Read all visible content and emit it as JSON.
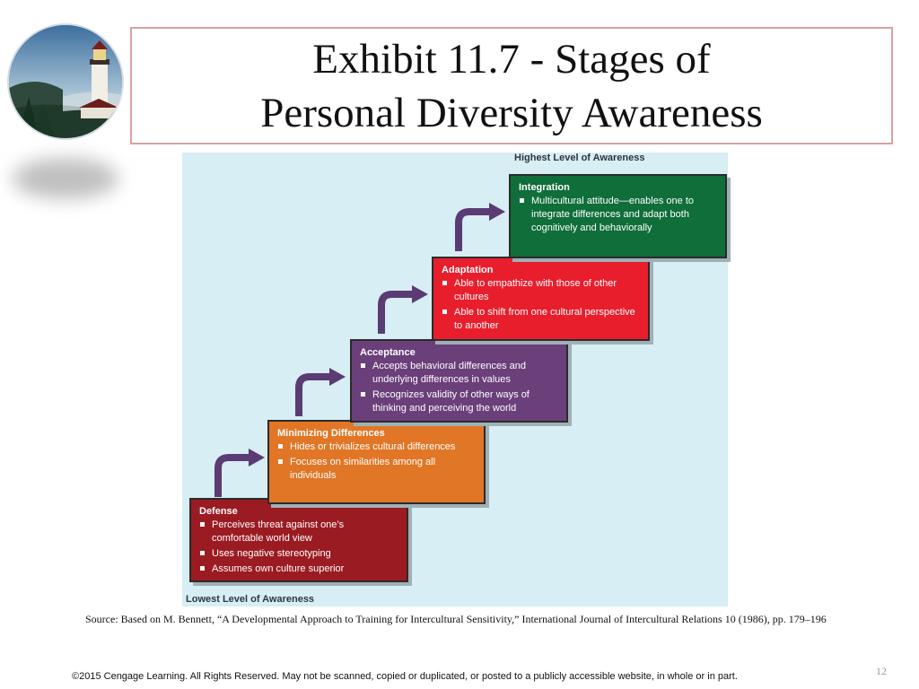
{
  "slide": {
    "title_lines": [
      "Exhibit 11.7 - Stages of",
      "Personal Diversity Awareness"
    ],
    "page_number": "12",
    "source": "Source: Based on M. Bennett, “A Developmental Approach to Training for Intercultural Sensitivity,” International Journal of Intercultural Relations 10 (1986), pp. 179–196",
    "copyright": "©2015 Cengage Learning. All Rights Reserved. May not be scanned, copied or duplicated, or posted to a publicly accessible website, in whole or in part."
  },
  "diagram": {
    "top_label": "Highest Level of Awareness",
    "bottom_label": "Lowest Level of Awareness",
    "background": "#d6eef4",
    "arrow_color": "#5b3b73",
    "stages": [
      {
        "title": "Defense",
        "color": "#9b1b22",
        "bullets": [
          "Perceives threat against one’s comfortable world view",
          "Uses negative stereotyping",
          "Assumes own culture superior"
        ]
      },
      {
        "title": "Minimizing Differences",
        "color": "#e07626",
        "bullets": [
          "Hides or trivializes cultural differences",
          "Focuses on similarities among all individuals"
        ]
      },
      {
        "title": "Acceptance",
        "color": "#6a3f7a",
        "bullets": [
          "Accepts behavioral differences and underlying differences in values",
          "Recognizes validity of other ways of thinking and perceiving the world"
        ]
      },
      {
        "title": "Adaptation",
        "color": "#e81e2d",
        "bullets": [
          "Able to empathize with those of other cultures",
          "Able to shift from one cultural perspective to another"
        ]
      },
      {
        "title": "Integration",
        "color": "#0f6e3a",
        "bullets": [
          "Multicultural attitude—enables one to integrate differences and adapt both cognitively and behaviorally"
        ]
      }
    ]
  }
}
